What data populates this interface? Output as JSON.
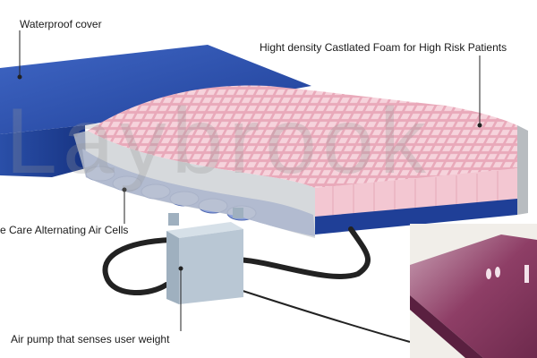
{
  "labels": {
    "waterproof_cover": "Waterproof cover",
    "foam": "Hight density Castlated Foam for High Risk Patients",
    "air_cells": "e Care Alternating Air Cells",
    "air_pump": "Air pump that senses user weight"
  },
  "watermark": "Laybrook",
  "icons": [
    "mattress-illustration",
    "air-pump-box",
    "product-photo"
  ],
  "colors": {
    "cover_blue": "#2a4fa8",
    "foam_pink": "#f1c3cf",
    "air_cell_blue": "#6f86cf",
    "pump_grey": "#b9c7d4",
    "product_maroon": "#8e3e66"
  }
}
